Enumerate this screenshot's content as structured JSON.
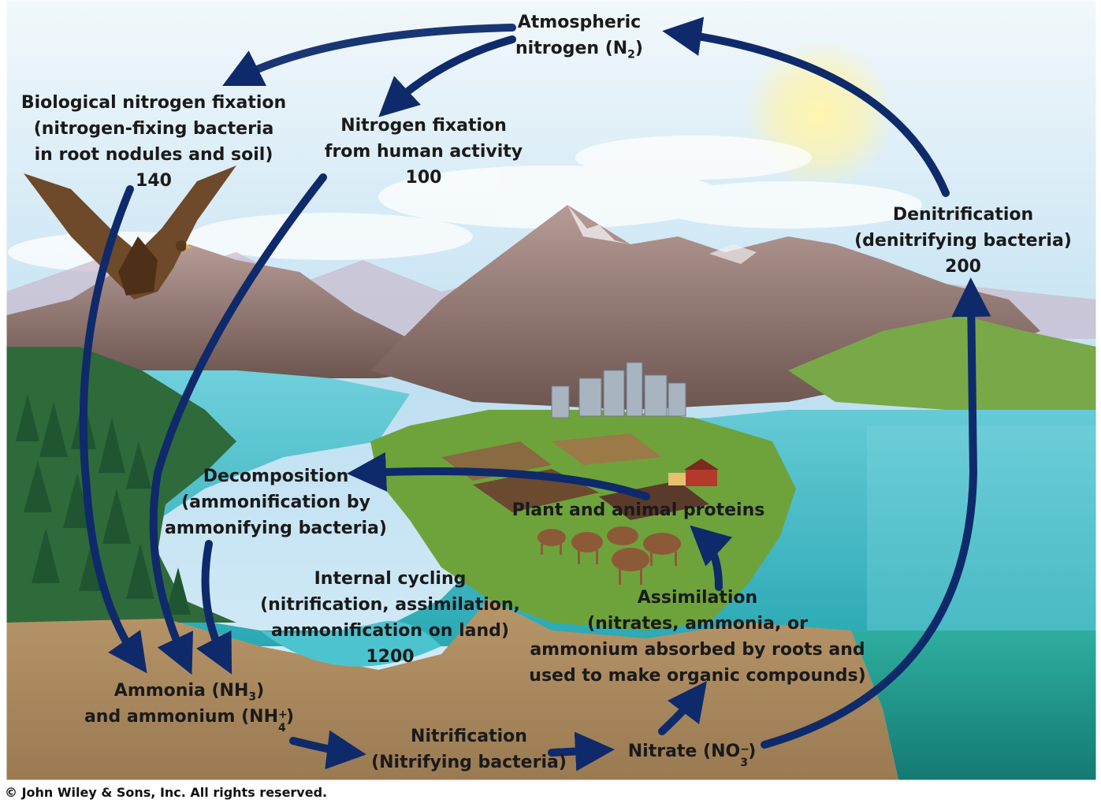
{
  "labels": {
    "atmospheric": {
      "line1": "Atmospheric",
      "line2": "nitrogen (N",
      "sub": "2",
      "close": ")"
    },
    "biological": {
      "line1": "Biological nitrogen fixation",
      "line2": "(nitrogen-fixing bacteria",
      "line3": "in root nodules and soil)",
      "value": "140"
    },
    "human": {
      "line1": "Nitrogen fixation",
      "line2": "from human activity",
      "value": "100"
    },
    "denitrification": {
      "line1": "Denitrification",
      "line2": "(denitrifying bacteria)",
      "value": "200"
    },
    "decomposition": {
      "line1": "Decomposition",
      "line2": "(ammonification by",
      "line3": "ammonifying bacteria)"
    },
    "proteins": {
      "line1": "Plant and animal proteins"
    },
    "internal": {
      "line1": "Internal cycling",
      "line2": "(nitrification, assimilation,",
      "line3": "ammonification on land)",
      "value": "1200"
    },
    "assimilation": {
      "line1": "Assimilation",
      "line2": "(nitrates, ammonia, or",
      "line3": "ammonium absorbed by roots and",
      "line4": "used to make organic compounds)"
    },
    "ammonia": {
      "line1a": "Ammonia (NH",
      "line1sub": "3",
      "line1b": ")",
      "line2a": "and ammonium (NH",
      "line2sup": "+",
      "line2sub": "4",
      "line2b": ")"
    },
    "nitrification": {
      "line1": "Nitrification",
      "line2": "(Nitrifying bacteria)"
    },
    "nitrate": {
      "a": "Nitrate (NO",
      "sup": "−",
      "sub": "3",
      "b": ")"
    }
  },
  "copyright": "© John Wiley & Sons, Inc. All rights reserved.",
  "colors": {
    "arrow": "#0e2a6b",
    "sky": "#bfe0f2",
    "water": "#4cc4cf",
    "soil": "#a8875e",
    "mountain": "#8a6c66",
    "grass": "#5e9a34"
  }
}
